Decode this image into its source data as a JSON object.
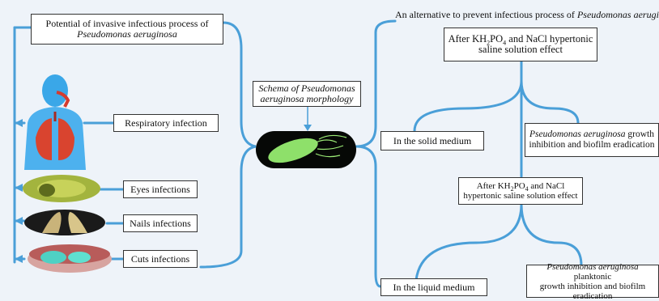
{
  "left_title": {
    "line1": "Potential of invasive infectious process of",
    "line2": "Pseudomonas aeruginosa"
  },
  "infections": {
    "respiratory": "Respiratory infection",
    "eyes": "Eyes infections",
    "nails": "Nails infections",
    "cuts": "Cuts infections"
  },
  "morphology": {
    "line1": "Schema of Pseudomonas",
    "line2": "aeruginosa morphology"
  },
  "right_title": {
    "prefix": "An alternative to prevent infectious process of ",
    "species": "Pseudomonas aeruginosa"
  },
  "effect_top": {
    "a": "After KH",
    "sub2": "2",
    "b": "PO",
    "sub4": "4",
    "c": " and NaCl hypertonic",
    "line2": "saline solution effect"
  },
  "solid_medium": "In the solid medium",
  "solid_result": {
    "species": "Pseudomonas aeruginosa",
    "rest1": " growth",
    "line2": "inhibition and biofilm eradication"
  },
  "effect_mid": {
    "a": "After KH",
    "sub2": "2",
    "b": "PO",
    "sub4": "4",
    "c": " and NaCl",
    "line2": "hypertonic saline solution effect"
  },
  "liquid_medium": "In the liquid medium",
  "liquid_result": {
    "species": "Pseudomonas aeruginosa",
    "rest1": " planktonic",
    "line2": "growth inhibition and biofilm",
    "line3": "eradication"
  },
  "colors": {
    "connector": "#4a9fd8",
    "box_border": "#333333",
    "background": "#eef3f9"
  }
}
